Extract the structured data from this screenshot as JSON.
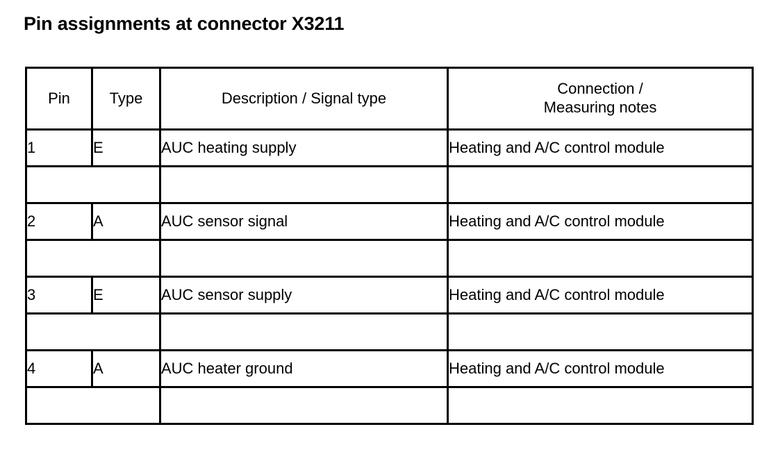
{
  "page": {
    "title": "Pin assignments at connector X3211",
    "background_color": "#ffffff",
    "text_color": "#000000",
    "border_color": "#000000"
  },
  "table": {
    "headers": {
      "pin": "Pin",
      "type": "Type",
      "description": "Description / Signal type",
      "connection_line1": "Connection /",
      "connection_line2": "Measuring notes"
    },
    "rows": [
      {
        "pin": "1",
        "type": "E",
        "description": "AUC heating supply",
        "connection": "Heating and A/C control module"
      },
      {
        "pin": "2",
        "type": "A",
        "description": "AUC sensor signal",
        "connection": "Heating and A/C control module"
      },
      {
        "pin": "3",
        "type": "E",
        "description": "AUC sensor supply",
        "connection": "Heating and A/C control module"
      },
      {
        "pin": "4",
        "type": "A",
        "description": "AUC heater ground",
        "connection": "Heating and A/C control module"
      }
    ],
    "spacer": {
      "pin_type": "",
      "description": "",
      "connection": ""
    }
  }
}
